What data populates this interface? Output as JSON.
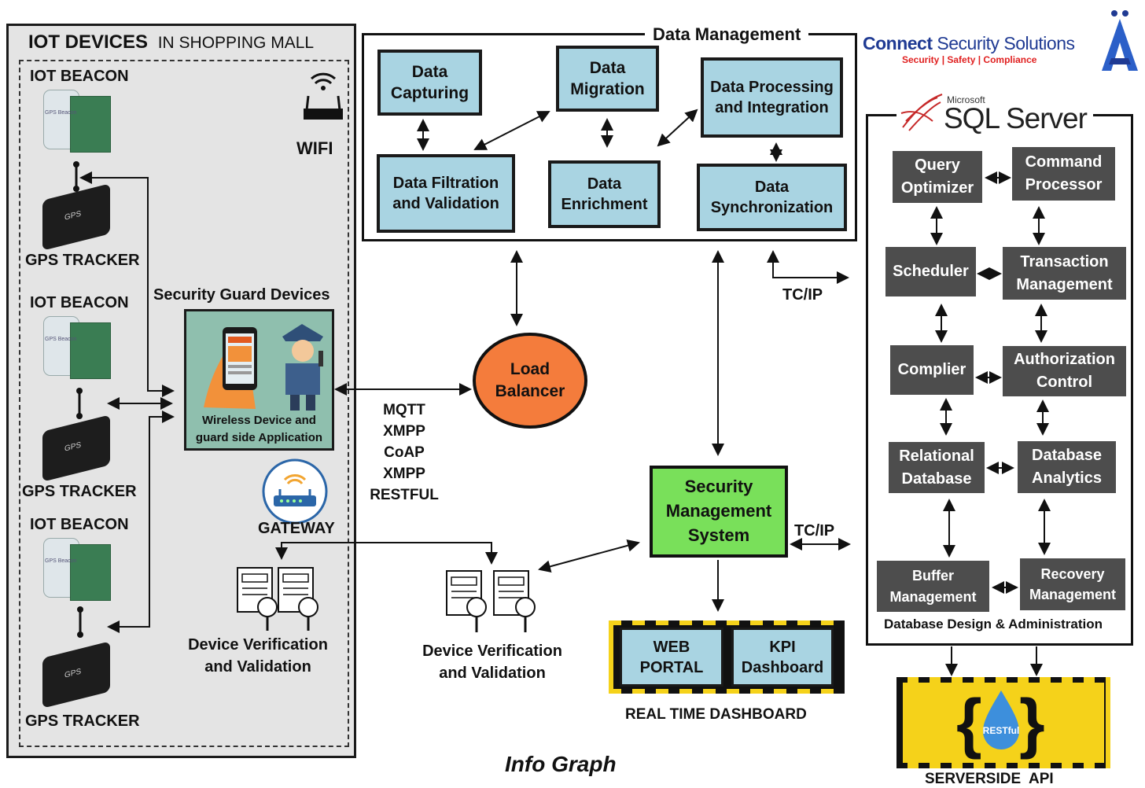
{
  "iot": {
    "title_bold": "IOT DEVICES",
    "title_rest": "IN SHOPPING MALL",
    "beacon_label": "IOT BEACON",
    "tracker_label": "GPS TRACKER",
    "beacon_text": "GPS Beacon",
    "tracker_text": "GPS",
    "wifi_label": "WIFI",
    "guard_title": "Security Guard Devices",
    "guard_caption": "Wireless Device and guard side Application",
    "gateway_label": "GATEWAY",
    "verification_label": "Device Verification and Validation"
  },
  "data_management": {
    "title": "Data Management",
    "boxes": {
      "capturing": "Data Capturing",
      "migration": "Data Migration",
      "processing": "Data Processing and Integration",
      "filtration": "Data Filtration and Validation",
      "enrichment": "Data Enrichment",
      "synchronization": "Data Synchronization"
    }
  },
  "middle": {
    "load_balancer": "Load Balancer",
    "protocols": [
      "MQTT",
      "XMPP",
      "CoAP",
      "XMPP",
      "RESTFUL"
    ],
    "tcp_top": "TC/IP",
    "tcp_bottom": "TC/IP",
    "verification_label": "Device Verification and Validation",
    "security_system": "Security Management System",
    "web_portal": "WEB PORTAL",
    "kpi_dashboard": "KPI Dashboard",
    "realtime_label": "REAL TIME DASHBOARD",
    "footer": "Info Graph"
  },
  "brand": {
    "name_bold": "Connect",
    "name_rest": "Security Solutions",
    "tagline": "Security | Safety | Compliance"
  },
  "sql": {
    "ms_label": "Microsoft",
    "title": "SQL Server",
    "boxes": {
      "query_optimizer": "Query Optimizer",
      "command_processor": "Command Processor",
      "scheduler": "Scheduler",
      "transaction": "Transaction Management",
      "compiler": "Complier",
      "authorization": "Authorization Control",
      "relational": "Relational Database",
      "analytics": "Database Analytics",
      "buffer": "Buffer Management",
      "recovery": "Recovery Management"
    },
    "caption": "Database Design & Administration"
  },
  "api": {
    "badge": "RESTful",
    "label": "SERVERSIDE  API"
  },
  "colors": {
    "box_blue": "#a9d4e2",
    "server_gray": "#4d4d4d",
    "load_balancer": "#f47c3c",
    "security_green": "#79e05a",
    "dashboard_yellow": "#f5d21a",
    "brand_blue": "#1f3a93",
    "brand_red": "#e02020"
  }
}
